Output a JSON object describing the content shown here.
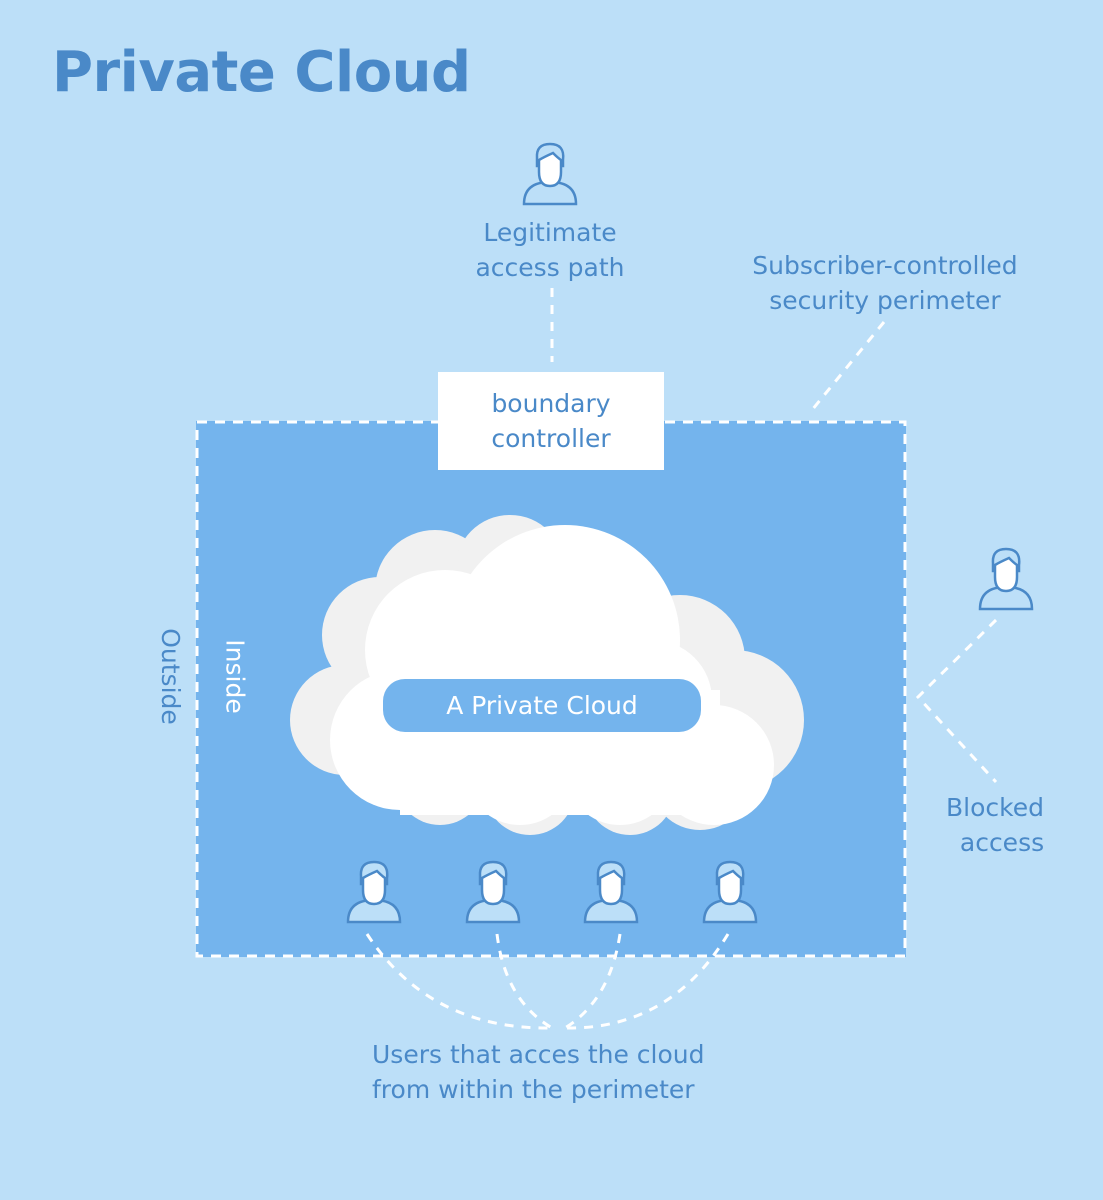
{
  "title": "Private Cloud",
  "labels": {
    "legitimate_access": [
      "Legitimate",
      "access path"
    ],
    "security_perimeter": [
      "Subscriber-controlled",
      "security perimeter"
    ],
    "boundary_controller": [
      "boundary",
      "controller"
    ],
    "outside": "Outside",
    "inside": "Inside",
    "cloud": "A Private Cloud",
    "blocked_access": [
      "Blocked",
      "access"
    ],
    "internal_users": [
      "Users that acces the cloud",
      "from within the perimeter"
    ]
  },
  "icons": {
    "user": "user-icon",
    "cloud": "cloud-icon"
  },
  "internal_user_count": 4,
  "colors": {
    "background": "#bcdff8",
    "perimeter_fill": "#74b4ed",
    "text": "#4a89c8",
    "cloud_back": "#f1f1f1",
    "cloud_front": "#ffffff",
    "dash": "#ffffff"
  }
}
